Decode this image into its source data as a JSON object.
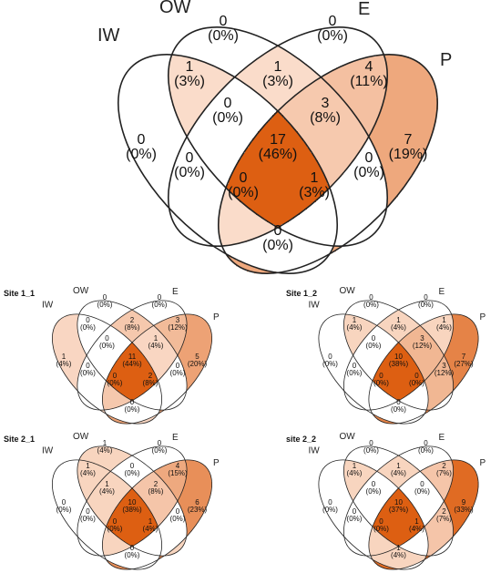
{
  "sets": [
    "IW",
    "OW",
    "E",
    "P"
  ],
  "region_order": [
    "IW",
    "OW",
    "E",
    "P",
    "IW-OW",
    "OW-E",
    "E-P",
    "IW-E",
    "IW-P",
    "OW-P",
    "IW-OW-E",
    "OW-E-P",
    "IW-OW-P",
    "IW-E-P",
    "IW-OW-E-P"
  ],
  "diagrams": [
    {
      "title": "",
      "regions": {
        "IW": {
          "count": "0",
          "pct": "(0%)"
        },
        "OW": {
          "count": "0",
          "pct": "(0%)"
        },
        "E": {
          "count": "0",
          "pct": "(0%)"
        },
        "P": {
          "count": "7",
          "pct": "(19%)"
        },
        "IW-OW": {
          "count": "1",
          "pct": "(3%)"
        },
        "OW-E": {
          "count": "1",
          "pct": "(3%)"
        },
        "E-P": {
          "count": "4",
          "pct": "(11%)"
        },
        "IW-E": {
          "count": "0",
          "pct": "(0%)"
        },
        "IW-P": {
          "count": "0",
          "pct": "(0%)"
        },
        "OW-P": {
          "count": "0",
          "pct": "(0%)"
        },
        "IW-OW-E": {
          "count": "0",
          "pct": "(0%)"
        },
        "OW-E-P": {
          "count": "3",
          "pct": "(8%)"
        },
        "IW-OW-P": {
          "count": "0",
          "pct": "(0%)"
        },
        "IW-E-P": {
          "count": "1",
          "pct": "(3%)"
        },
        "IW-OW-E-P": {
          "count": "17",
          "pct": "(46%)"
        }
      }
    },
    {
      "title": "Site 1_1",
      "regions": {
        "IW": {
          "count": "1",
          "pct": "(4%)"
        },
        "OW": {
          "count": "0",
          "pct": "(0%)"
        },
        "E": {
          "count": "0",
          "pct": "(0%)"
        },
        "P": {
          "count": "5",
          "pct": "(20%)"
        },
        "IW-OW": {
          "count": "0",
          "pct": "(0%)"
        },
        "OW-E": {
          "count": "2",
          "pct": "(8%)"
        },
        "E-P": {
          "count": "3",
          "pct": "(12%)"
        },
        "IW-E": {
          "count": "0",
          "pct": "(0%)"
        },
        "IW-P": {
          "count": "0",
          "pct": "(0%)"
        },
        "OW-P": {
          "count": "0",
          "pct": "(0%)"
        },
        "IW-OW-E": {
          "count": "0",
          "pct": "(0%)"
        },
        "OW-E-P": {
          "count": "1",
          "pct": "(4%)"
        },
        "IW-OW-P": {
          "count": "0",
          "pct": "(0%)"
        },
        "IW-E-P": {
          "count": "2",
          "pct": "(8%)"
        },
        "IW-OW-E-P": {
          "count": "11",
          "pct": "(44%)"
        }
      }
    },
    {
      "title": "Site 1_2",
      "regions": {
        "IW": {
          "count": "0",
          "pct": "(0%)"
        },
        "OW": {
          "count": "0",
          "pct": "(0%)"
        },
        "E": {
          "count": "0",
          "pct": "(0%)"
        },
        "P": {
          "count": "7",
          "pct": "(27%)"
        },
        "IW-OW": {
          "count": "1",
          "pct": "(4%)"
        },
        "OW-E": {
          "count": "1",
          "pct": "(4%)"
        },
        "E-P": {
          "count": "1",
          "pct": "(4%)"
        },
        "IW-E": {
          "count": "0",
          "pct": "(0%)"
        },
        "IW-P": {
          "count": "0",
          "pct": "(0%)"
        },
        "OW-P": {
          "count": "3",
          "pct": "(12%)"
        },
        "IW-OW-E": {
          "count": "0",
          "pct": "(0%)"
        },
        "OW-E-P": {
          "count": "3",
          "pct": "(12%)"
        },
        "IW-OW-P": {
          "count": "0",
          "pct": "(0%)"
        },
        "IW-E-P": {
          "count": "0",
          "pct": "(0%)"
        },
        "IW-OW-E-P": {
          "count": "10",
          "pct": "(38%)"
        }
      }
    },
    {
      "title": "Site 2_1",
      "regions": {
        "IW": {
          "count": "0",
          "pct": "(0%)"
        },
        "OW": {
          "count": "1",
          "pct": "(4%)"
        },
        "E": {
          "count": "0",
          "pct": "(0%)"
        },
        "P": {
          "count": "6",
          "pct": "(23%)"
        },
        "IW-OW": {
          "count": "1",
          "pct": "(4%)"
        },
        "OW-E": {
          "count": "0",
          "pct": "(0%)"
        },
        "E-P": {
          "count": "4",
          "pct": "(15%)"
        },
        "IW-E": {
          "count": "0",
          "pct": "(0%)"
        },
        "IW-P": {
          "count": "0",
          "pct": "(0%)"
        },
        "OW-P": {
          "count": "0",
          "pct": "(0%)"
        },
        "IW-OW-E": {
          "count": "1",
          "pct": "(4%)"
        },
        "OW-E-P": {
          "count": "2",
          "pct": "(8%)"
        },
        "IW-OW-P": {
          "count": "0",
          "pct": "(0%)"
        },
        "IW-E-P": {
          "count": "1",
          "pct": "(4%)"
        },
        "IW-OW-E-P": {
          "count": "10",
          "pct": "(38%)"
        }
      }
    },
    {
      "title": "site 2_2",
      "regions": {
        "IW": {
          "count": "0",
          "pct": "(0%)"
        },
        "OW": {
          "count": "0",
          "pct": "(0%)"
        },
        "E": {
          "count": "0",
          "pct": "(0%)"
        },
        "P": {
          "count": "9",
          "pct": "(33%)"
        },
        "IW-OW": {
          "count": "1",
          "pct": "(4%)"
        },
        "OW-E": {
          "count": "1",
          "pct": "(4%)"
        },
        "E-P": {
          "count": "2",
          "pct": "(7%)"
        },
        "IW-E": {
          "count": "0",
          "pct": "(0%)"
        },
        "IW-P": {
          "count": "1",
          "pct": "(4%)"
        },
        "OW-P": {
          "count": "2",
          "pct": "(7%)"
        },
        "IW-OW-E": {
          "count": "0",
          "pct": "(0%)"
        },
        "OW-E-P": {
          "count": "0",
          "pct": "(0%)"
        },
        "IW-OW-P": {
          "count": "0",
          "pct": "(0%)"
        },
        "IW-E-P": {
          "count": "1",
          "pct": "(4%)"
        },
        "IW-OW-E-P": {
          "count": "10",
          "pct": "(37%)"
        }
      }
    }
  ],
  "colors": {
    "fill_max": "#dd5f12",
    "fill_min": "#ffffff",
    "stroke": "#222222"
  }
}
